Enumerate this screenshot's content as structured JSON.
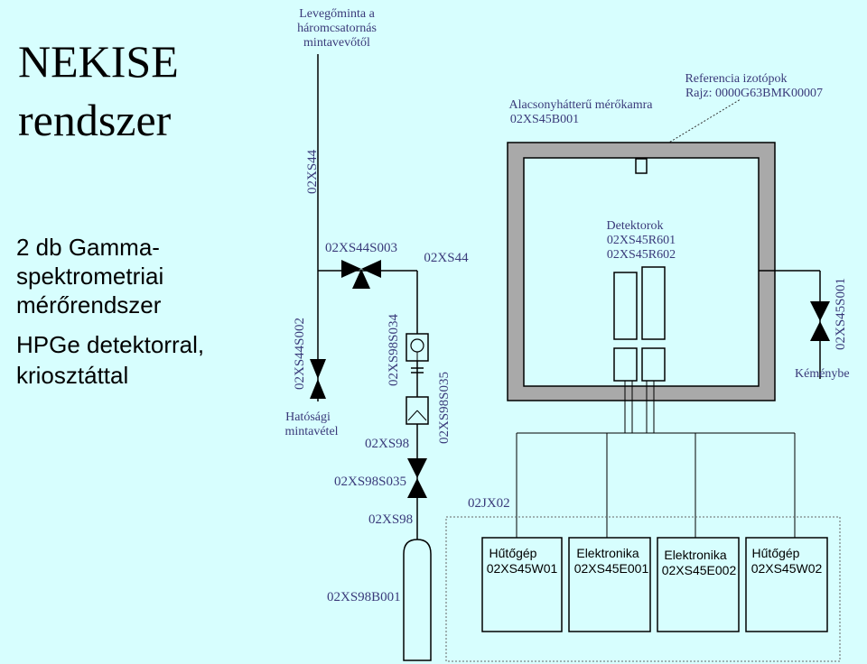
{
  "title": {
    "line1": "NEKISE",
    "line2": "rendszer"
  },
  "subtitle": {
    "line1": "2 db Gamma-",
    "line2": "spektrometriai",
    "line3": "mérőrendszer",
    "line4": "HPGe detektorral,",
    "line5": "kriosztáttal"
  },
  "labels": {
    "air_sample_1": "Levegőminta a",
    "air_sample_2": "háromcsatornás",
    "air_sample_3": "mintavevőtől",
    "line_02xs44_vertical": "02XS44",
    "valve_02xs44s003": "02XS44S003",
    "line_02xs44": "02XS44",
    "valve_02xs44s002": "02XS44S002",
    "official_1": "Hatósági",
    "official_2": "mintavétel",
    "valve_02xs98s034": "02XS98S034",
    "valve_02xs98s035_vertical": "02XS98S035",
    "line_02xs98_a": "02XS98",
    "valve_02xs98s035": "02XS98S035",
    "line_02xs98_b": "02XS98",
    "bottle_02xs98b001": "02XS98B001",
    "chamber_1": "Alacsonyhátterű mérőkamra",
    "chamber_2": "02XS45B001",
    "reference_1": "Referencia izotópok",
    "reference_2": "Rajz: 0000G63BMK00007",
    "detectors_1": "Detektorok",
    "detectors_2": "02XS45R601",
    "detectors_3": "02XS45R602",
    "valve_02xs45s001": "02XS45S001",
    "chimney": "Kéménybe",
    "line_02jx02": "02JX02"
  },
  "units": [
    {
      "line1": "Hűtőgép",
      "line2": "02XS45W01"
    },
    {
      "line1": "Elektronika",
      "line2": "02XS45E001"
    },
    {
      "line1": "Elektronika",
      "line2": "02XS45E002"
    },
    {
      "line1": "Hűtőgép",
      "line2": "02XS45W02"
    }
  ],
  "colors": {
    "background": "#d7fefe",
    "chamber_wall": "#a9a9a9",
    "label_text": "#3a3a7a"
  }
}
